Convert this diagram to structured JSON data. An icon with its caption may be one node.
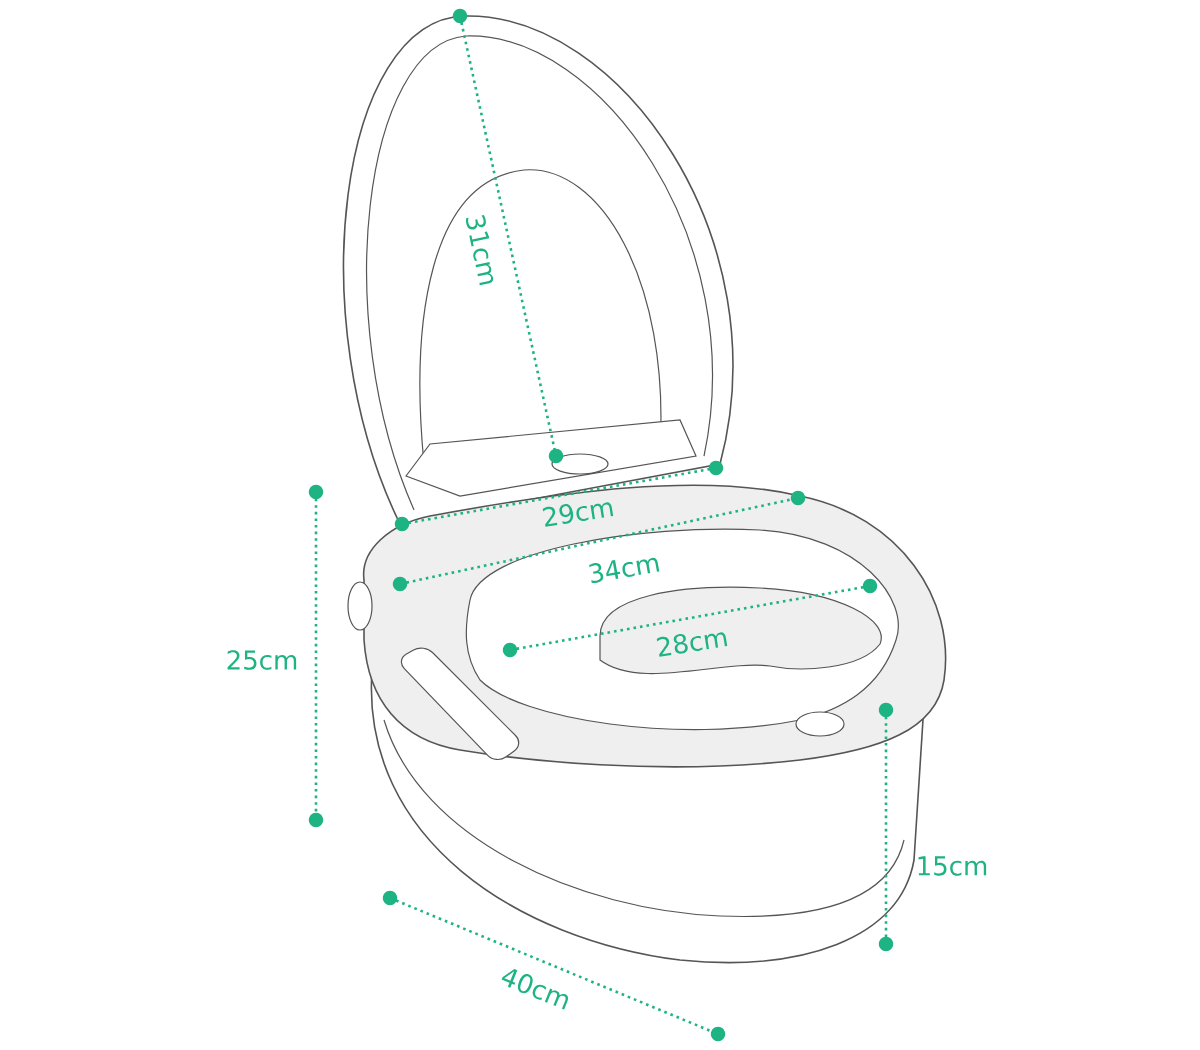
{
  "diagram": {
    "labels": [
      "31cm",
      "29cm",
      "34cm",
      "28cm",
      "25cm",
      "15cm",
      "40cm"
    ]
  }
}
